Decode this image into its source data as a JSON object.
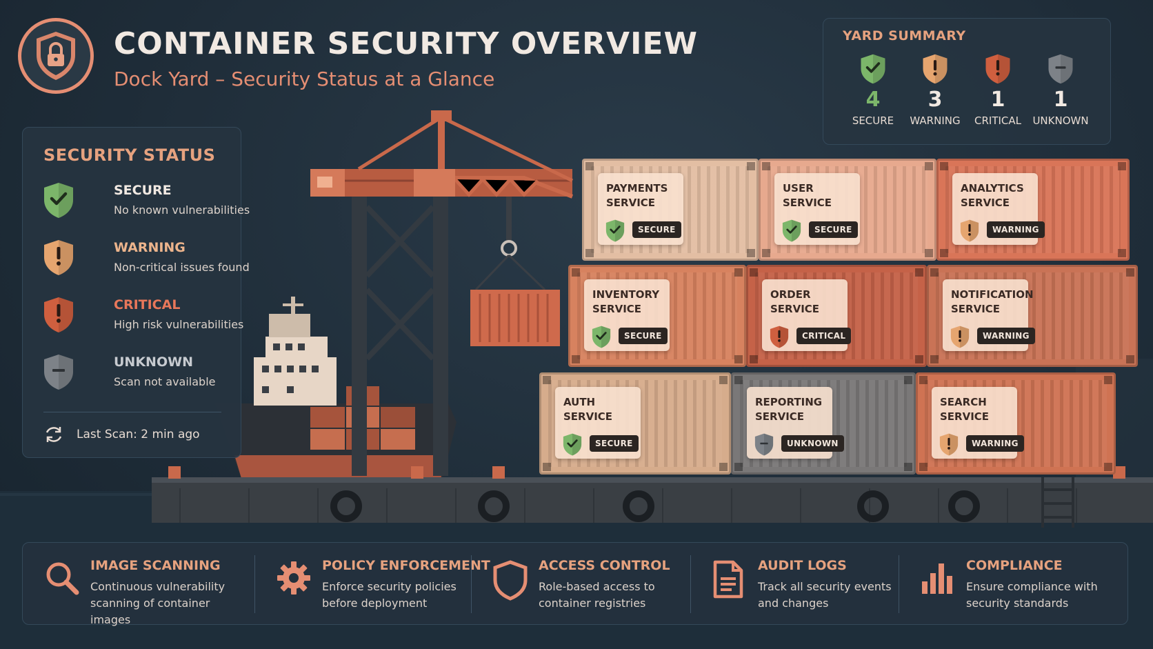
{
  "header": {
    "title": "CONTAINER SECURITY OVERVIEW",
    "subtitle": "Dock Yard – Security Status at a Glance"
  },
  "colors": {
    "secure": "#7cb66a",
    "warning": "#e6a56f",
    "critical": "#cf5f3f",
    "unknown": "#7d8288",
    "accent": "#e6a27f"
  },
  "summary": {
    "title": "YARD SUMMARY",
    "items": [
      {
        "count": "4",
        "label": "SECURE",
        "icon": "check-shield-icon"
      },
      {
        "count": "3",
        "label": "WARNING",
        "icon": "warning-shield-icon"
      },
      {
        "count": "1",
        "label": "CRITICAL",
        "icon": "critical-shield-icon"
      },
      {
        "count": "1",
        "label": "UNKNOWN",
        "icon": "unknown-shield-icon"
      }
    ]
  },
  "status_panel": {
    "title": "SECURITY STATUS",
    "items": [
      {
        "name": "SECURE",
        "desc": "No known vulnerabilities"
      },
      {
        "name": "WARNING",
        "desc": "Non-critical issues found"
      },
      {
        "name": "CRITICAL",
        "desc": "High risk vulnerabilities"
      },
      {
        "name": "UNKNOWN",
        "desc": "Scan not available"
      }
    ],
    "last_scan": "Last Scan: 2 min ago"
  },
  "containers": [
    {
      "line1": "PAYMENTS",
      "line2": "SERVICE",
      "status": "SECURE"
    },
    {
      "line1": "USER",
      "line2": "SERVICE",
      "status": "SECURE"
    },
    {
      "line1": "ANALYTICS",
      "line2": "SERVICE",
      "status": "WARNING"
    },
    {
      "line1": "INVENTORY",
      "line2": "SERVICE",
      "status": "SECURE"
    },
    {
      "line1": "ORDER",
      "line2": "SERVICE",
      "status": "CRITICAL"
    },
    {
      "line1": "NOTIFICATION",
      "line2": "SERVICE",
      "status": "WARNING"
    },
    {
      "line1": "AUTH",
      "line2": "SERVICE",
      "status": "SECURE"
    },
    {
      "line1": "REPORTING",
      "line2": "SERVICE",
      "status": "UNKNOWN"
    },
    {
      "line1": "SEARCH",
      "line2": "SERVICE",
      "status": "WARNING"
    }
  ],
  "features": [
    {
      "title": "IMAGE SCANNING",
      "line1": "Continuous vulnerability",
      "line2": "scanning of container images",
      "icon": "search-icon"
    },
    {
      "title": "POLICY ENFORCEMENT",
      "line1": "Enforce security policies",
      "line2": "before deployment",
      "icon": "gear-icon"
    },
    {
      "title": "ACCESS CONTROL",
      "line1": "Role-based access to",
      "line2": "container registries",
      "icon": "shield-icon"
    },
    {
      "title": "AUDIT LOGS",
      "line1": "Track all security events",
      "line2": "and changes",
      "icon": "document-icon"
    },
    {
      "title": "COMPLIANCE",
      "line1": "Ensure compliance with",
      "line2": "security standards",
      "icon": "bar-chart-icon"
    }
  ]
}
